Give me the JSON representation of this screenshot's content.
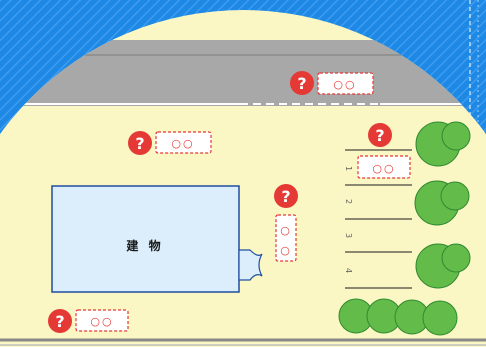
{
  "building": {
    "label": "建 物"
  },
  "answer_slots": [
    {
      "id": "road",
      "text": "○○"
    },
    {
      "id": "yard",
      "text": "○○"
    },
    {
      "id": "parking",
      "text": "○○"
    },
    {
      "id": "entrance-top",
      "text": "○"
    },
    {
      "id": "entrance-bottom",
      "text": "○"
    },
    {
      "id": "bottom",
      "text": "○○"
    }
  ],
  "question_marks": [
    {
      "id": "road",
      "text": "?"
    },
    {
      "id": "yard",
      "text": "?"
    },
    {
      "id": "parking",
      "text": "?"
    },
    {
      "id": "entrance",
      "text": "?"
    },
    {
      "id": "bottom",
      "text": "?"
    }
  ],
  "parking_spaces": [
    "1",
    "2",
    "3",
    "4"
  ],
  "colors": {
    "blue_bg": "#1e88e5",
    "grass": "#fbf7c4",
    "road": "#a8a8a8",
    "building": "#dceefb",
    "building_stroke": "#1e4fa0",
    "tree": "#63bb4a",
    "tree_dark": "#2f8a2f",
    "question": "#e53935"
  }
}
